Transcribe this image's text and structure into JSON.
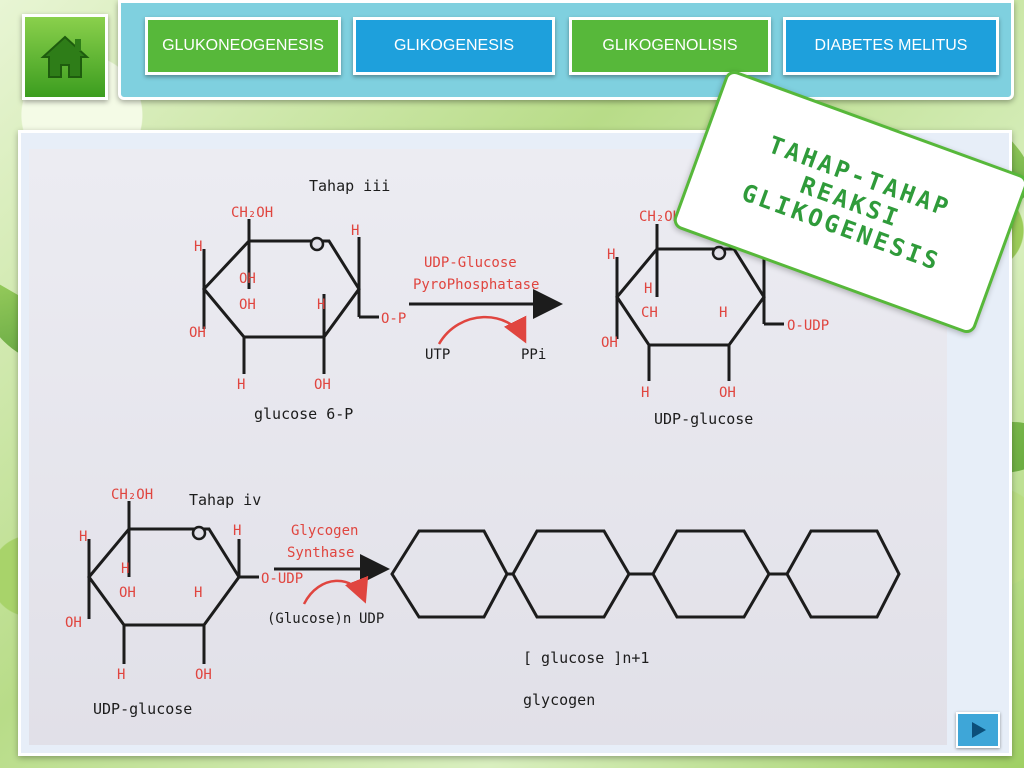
{
  "nav": {
    "home_icon": "home-icon",
    "buttons": [
      {
        "label": "GLUKONEOGENESIS"
      },
      {
        "label": "GLIKOGENESIS"
      },
      {
        "label": "GLIKOGENOLISIS"
      },
      {
        "label": "DIABETES MELITUS"
      }
    ]
  },
  "callout": {
    "lines": [
      "TAHAP-TAHAP",
      "REAKSI",
      "GLIKOGENESIS"
    ]
  },
  "diagram": {
    "stage3": {
      "heading": "Tahap iii",
      "reactant_label": "glucose 6-P",
      "enzyme_line1": "UDP-Glucose",
      "enzyme_line2": "PyroPhosphatase",
      "cofactor_in": "UTP",
      "cofactor_out": "PPi",
      "product_label": "UDP-glucose",
      "reactant_group": "O-P",
      "product_group": "O-UDP",
      "ring_labels": {
        "ch2oh": "CH₂OH",
        "h": "H",
        "oh": "OH",
        "ch": "CH"
      }
    },
    "stage4": {
      "heading": "Tahap iv",
      "reactant_label": "UDP-glucose",
      "enzyme_line1": "Glycogen",
      "enzyme_line2": "Synthase",
      "cofactor_in": "(Glucose)n",
      "cofactor_out": "UDP",
      "reactant_group": "O-UDP",
      "product_label_line1": "[ glucose ]n+1",
      "product_label_line2": "glycogen"
    }
  },
  "colors": {
    "nav_green": "#57b83a",
    "nav_blue": "#1ea0dc",
    "callout_text": "#2f9b3a",
    "diagram_red": "#e0453f",
    "diagram_ink": "#1c1c1c"
  },
  "next_button_icon": "play-right-icon"
}
